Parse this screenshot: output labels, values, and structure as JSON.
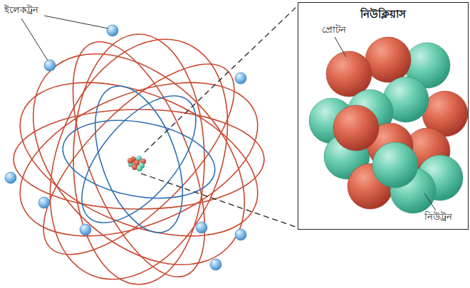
{
  "diagram": {
    "nodes": [
      {
        "text": [
          "নিউক্লিয়াস"
        ]
      }
    ],
    "labels": [
      "ইলেকট্রন",
      "প্রোটন",
      "নিউট্রন"
    ]
  }
}
